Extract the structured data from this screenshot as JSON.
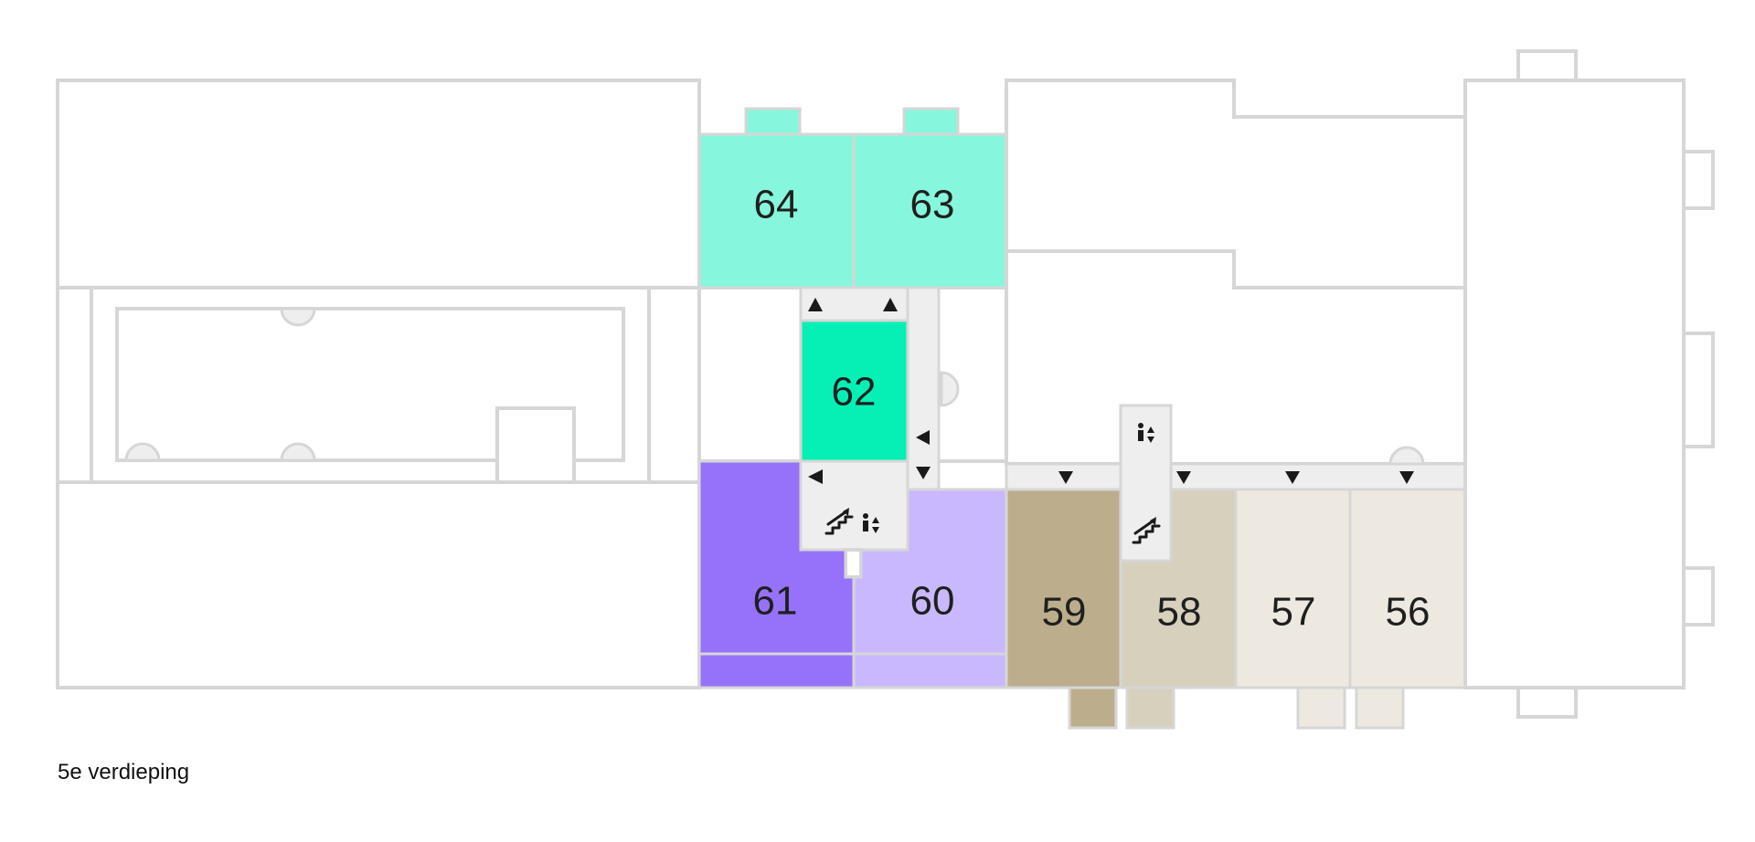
{
  "floor": {
    "label": "5e verdieping"
  },
  "colors": {
    "wall": "#d6d6d6",
    "corridor": "#eeeeee",
    "room_64": "#86f7dc",
    "room_63": "#86f7dc",
    "room_62": "#05f0b4",
    "room_61": "#9672fb",
    "room_60": "#c9b8fd",
    "room_59": "#bcae8c",
    "room_58": "#d7d0bd",
    "room_57": "#eee9e0",
    "room_56": "#eee9e0"
  },
  "rooms": [
    {
      "id": "64",
      "label": "64"
    },
    {
      "id": "63",
      "label": "63"
    },
    {
      "id": "62",
      "label": "62"
    },
    {
      "id": "61",
      "label": "61"
    },
    {
      "id": "60",
      "label": "60"
    },
    {
      "id": "59",
      "label": "59"
    },
    {
      "id": "58",
      "label": "58"
    },
    {
      "id": "57",
      "label": "57"
    },
    {
      "id": "56",
      "label": "56"
    }
  ],
  "icons": [
    "stairs-icon",
    "elevator-icon",
    "direction-arrow-icon"
  ]
}
